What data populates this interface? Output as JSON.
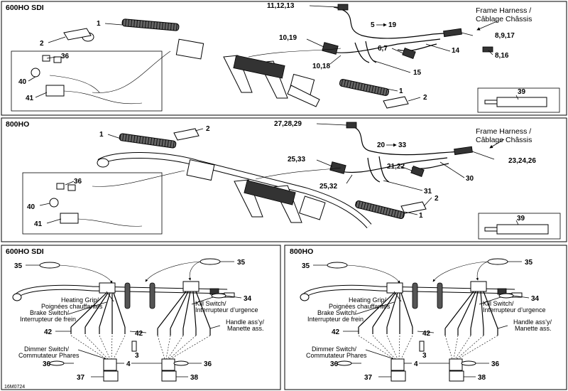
{
  "panel1": {
    "title": "600HO SDI",
    "harness_label_1": "Frame Harness /",
    "harness_label_2": "Câblage Châssis",
    "callouts": [
      "1",
      "2",
      "36",
      "40",
      "41",
      "11,12,13",
      "5",
      "19",
      "10,19",
      "6,7",
      "10,18",
      "15",
      "8,9,17",
      "14",
      "8,16",
      "1",
      "2",
      "39"
    ]
  },
  "panel2": {
    "title": "800HO",
    "harness_label_1": "Frame Harness /",
    "harness_label_2": "Câblage Châssis",
    "callouts": [
      "1",
      "2",
      "36",
      "40",
      "41",
      "27,28,29",
      "20",
      "33",
      "25,33",
      "21,22",
      "25,32",
      "31",
      "2",
      "1",
      "23,24,26",
      "30",
      "39"
    ]
  },
  "panel3": {
    "title": "600HO SDI",
    "labels": {
      "heating_1": "Heating Grip/",
      "heating_2": "Poignées chauffantes",
      "brake_1": "Brake Switch/",
      "brake_2": "Interrupteur de frein",
      "kill_1": "Kill Switch/",
      "kill_2": "Interrupteur d’urgence",
      "handle_1": "Handle ass’y/",
      "handle_2": "Manette ass.",
      "dimmer_1": "Dimmer Switch/",
      "dimmer_2": "Commutateur Phares"
    },
    "callouts": [
      "35",
      "35",
      "34",
      "42",
      "42",
      "3",
      "36",
      "4",
      "36",
      "37",
      "38"
    ]
  },
  "panel4": {
    "title": "800HO",
    "labels": {
      "heating_1": "Heating Grip/",
      "heating_2": "Poignées chauffantes",
      "brake_1": "Brake Switch/",
      "brake_2": "Interrupteur de frein",
      "kill_1": "Kill Switch/",
      "kill_2": "Interrupteur d’urgence",
      "handle_1": "Handle ass’y/",
      "handle_2": "Manette ass.",
      "dimmer_1": "Dimmer Switch/",
      "dimmer_2": "Commutateur Phares"
    },
    "callouts": [
      "35",
      "35",
      "34",
      "42",
      "42",
      "3",
      "36",
      "4",
      "36",
      "37",
      "38"
    ]
  },
  "footer_code": "16M0724"
}
